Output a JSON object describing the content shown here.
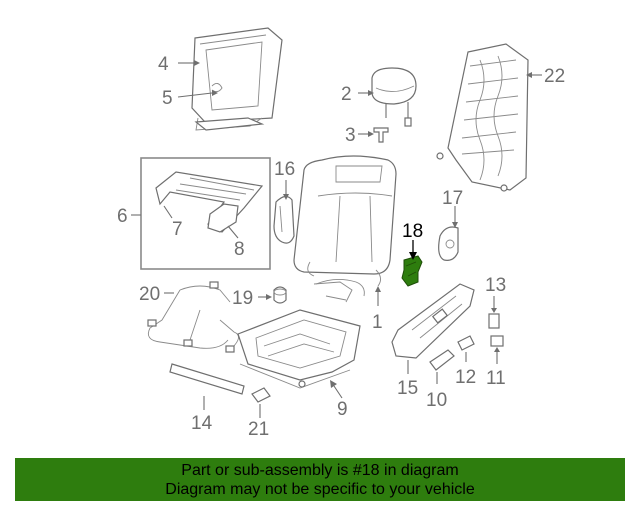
{
  "diagram": {
    "callouts": [
      "1",
      "2",
      "3",
      "4",
      "5",
      "6",
      "7",
      "8",
      "9",
      "10",
      "11",
      "12",
      "13",
      "14",
      "15",
      "16",
      "17",
      "18",
      "19",
      "20",
      "21",
      "22"
    ],
    "highlighted_part": "18",
    "highlight_color": "#2e7d0e",
    "line_color": "#6f6f6f"
  },
  "banner": {
    "line1": "Part or sub-assembly is #18 in diagram",
    "line2": "Diagram may not be specific to your vehicle",
    "background": "#2e7d0e"
  }
}
